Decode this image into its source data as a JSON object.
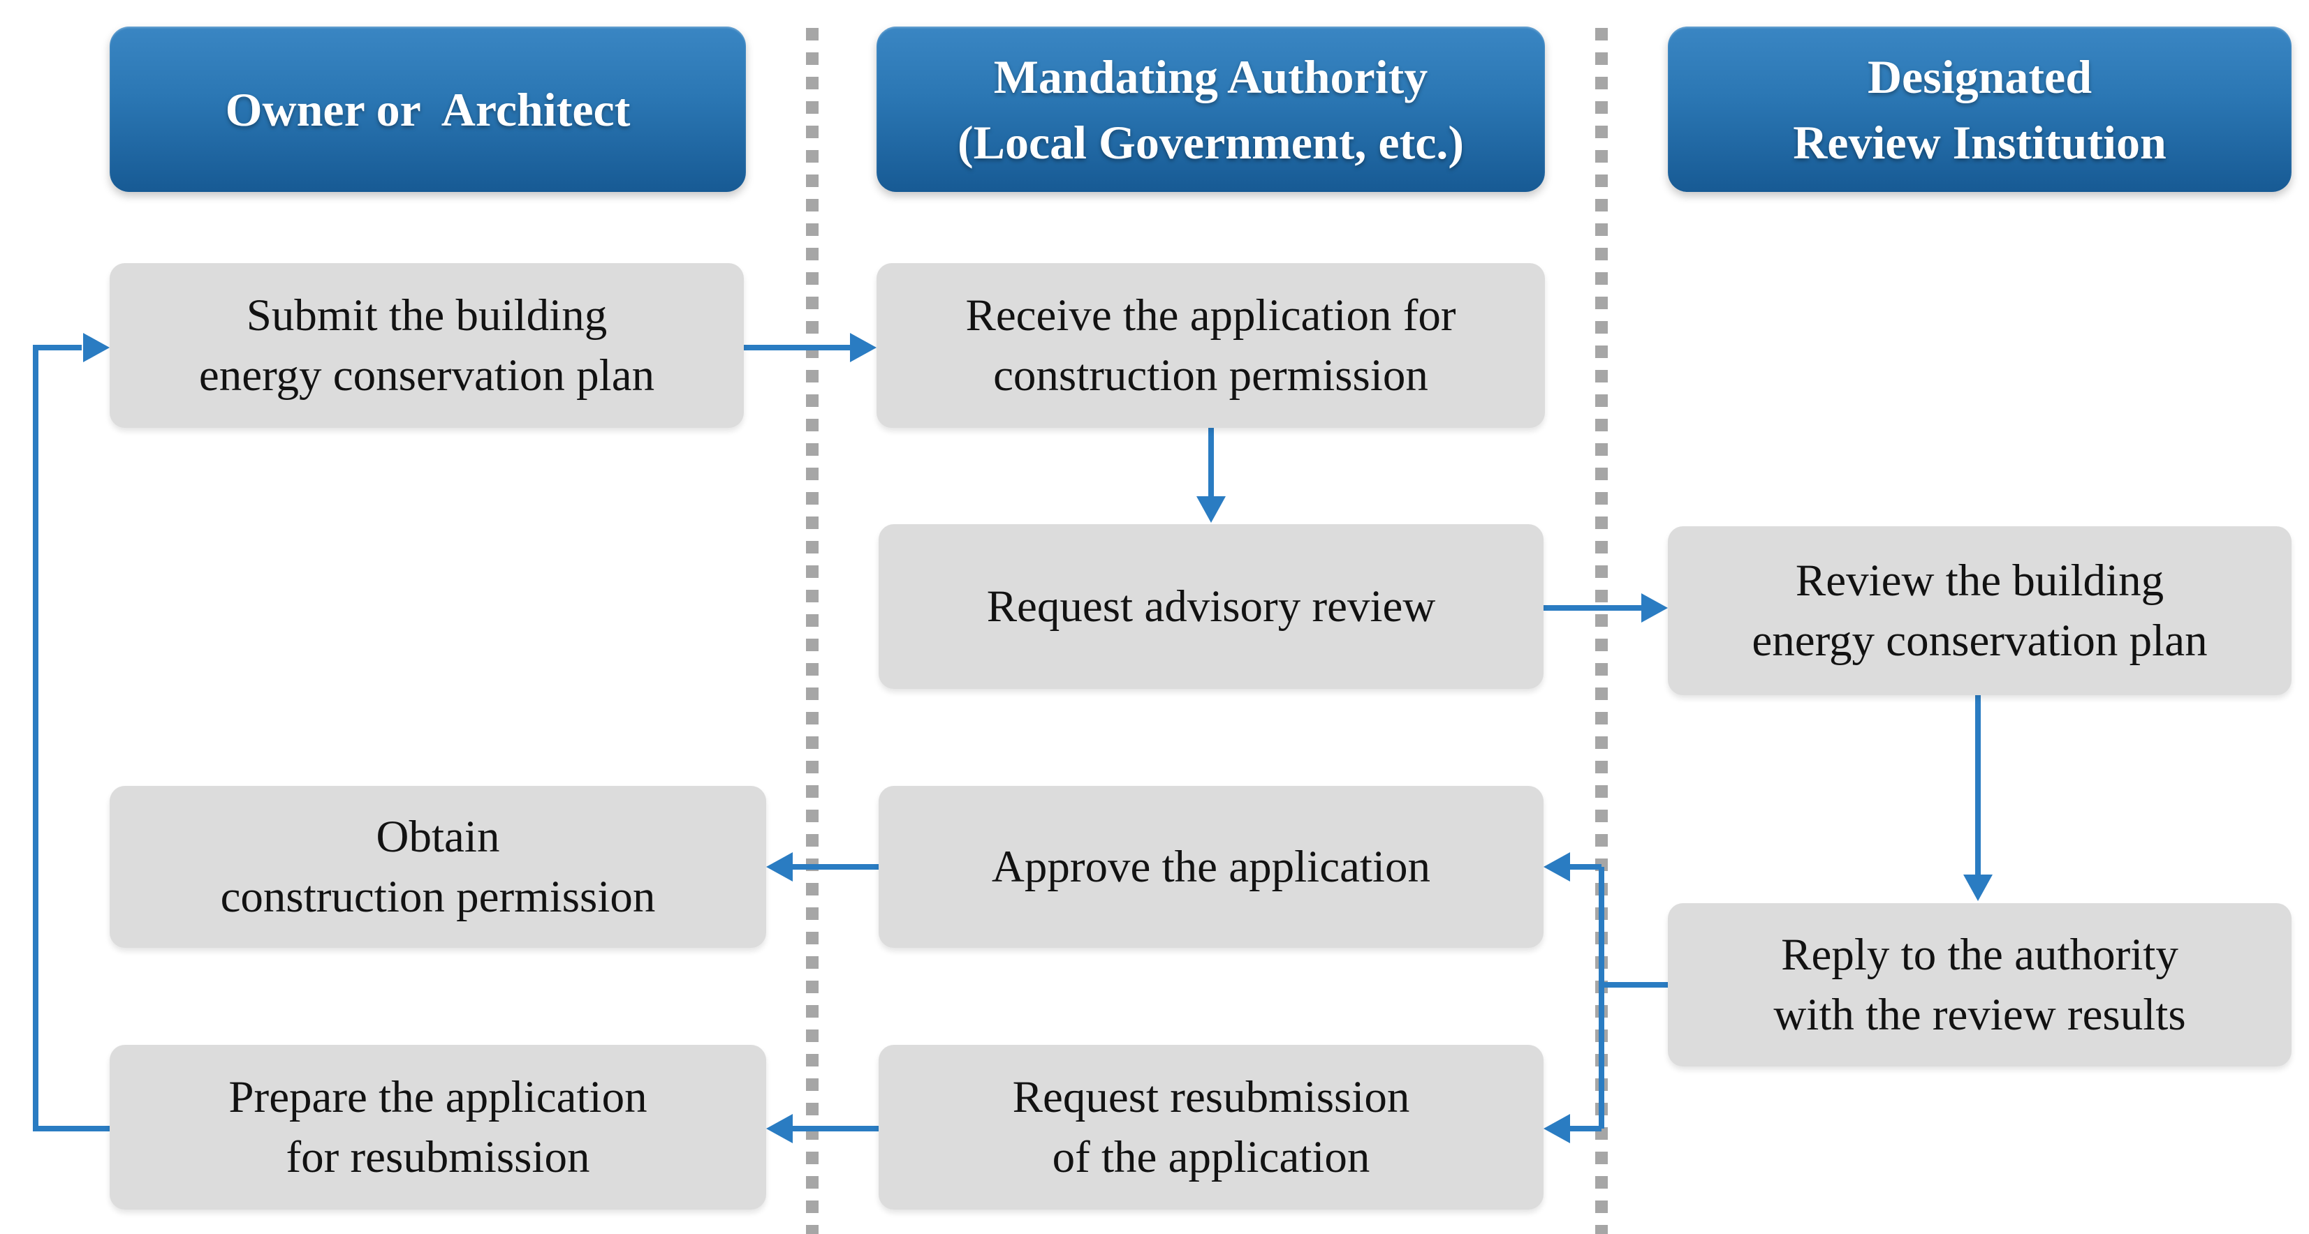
{
  "colors": {
    "arrow_blue": "#2a7cc2",
    "header_gradient_top": "#3a86c3",
    "header_gradient_mid": "#2b77b4",
    "header_gradient_bottom": "#175a94",
    "header_text": "#ffffff",
    "node_fill": "#dcdcdc",
    "node_text": "#121212",
    "separator_gray": "#a6a6a6",
    "background": "#ffffff"
  },
  "lanes": {
    "owner": {
      "lines": [
        "Owner or  Architect"
      ]
    },
    "authority": {
      "lines": [
        "Mandating Authority",
        "(Local Government, etc.)"
      ]
    },
    "institution": {
      "lines": [
        "Designated",
        "Review Institution"
      ]
    }
  },
  "nodes": {
    "submit": {
      "lines": [
        "Submit the building",
        "energy conservation plan"
      ]
    },
    "receive": {
      "lines": [
        "Receive the application for",
        "construction permission"
      ]
    },
    "advisory": {
      "lines": [
        "Request advisory review"
      ]
    },
    "review": {
      "lines": [
        "Review the building",
        "energy conservation plan"
      ]
    },
    "obtain": {
      "lines": [
        "Obtain",
        "construction permission"
      ]
    },
    "approve": {
      "lines": [
        "Approve the application"
      ]
    },
    "reply": {
      "lines": [
        "Reply to the authority",
        "with the review results"
      ]
    },
    "resubmit": {
      "lines": [
        "Request resubmission",
        "of the application"
      ]
    },
    "prepare": {
      "lines": [
        "Prepare the application",
        "for resubmission"
      ]
    }
  }
}
